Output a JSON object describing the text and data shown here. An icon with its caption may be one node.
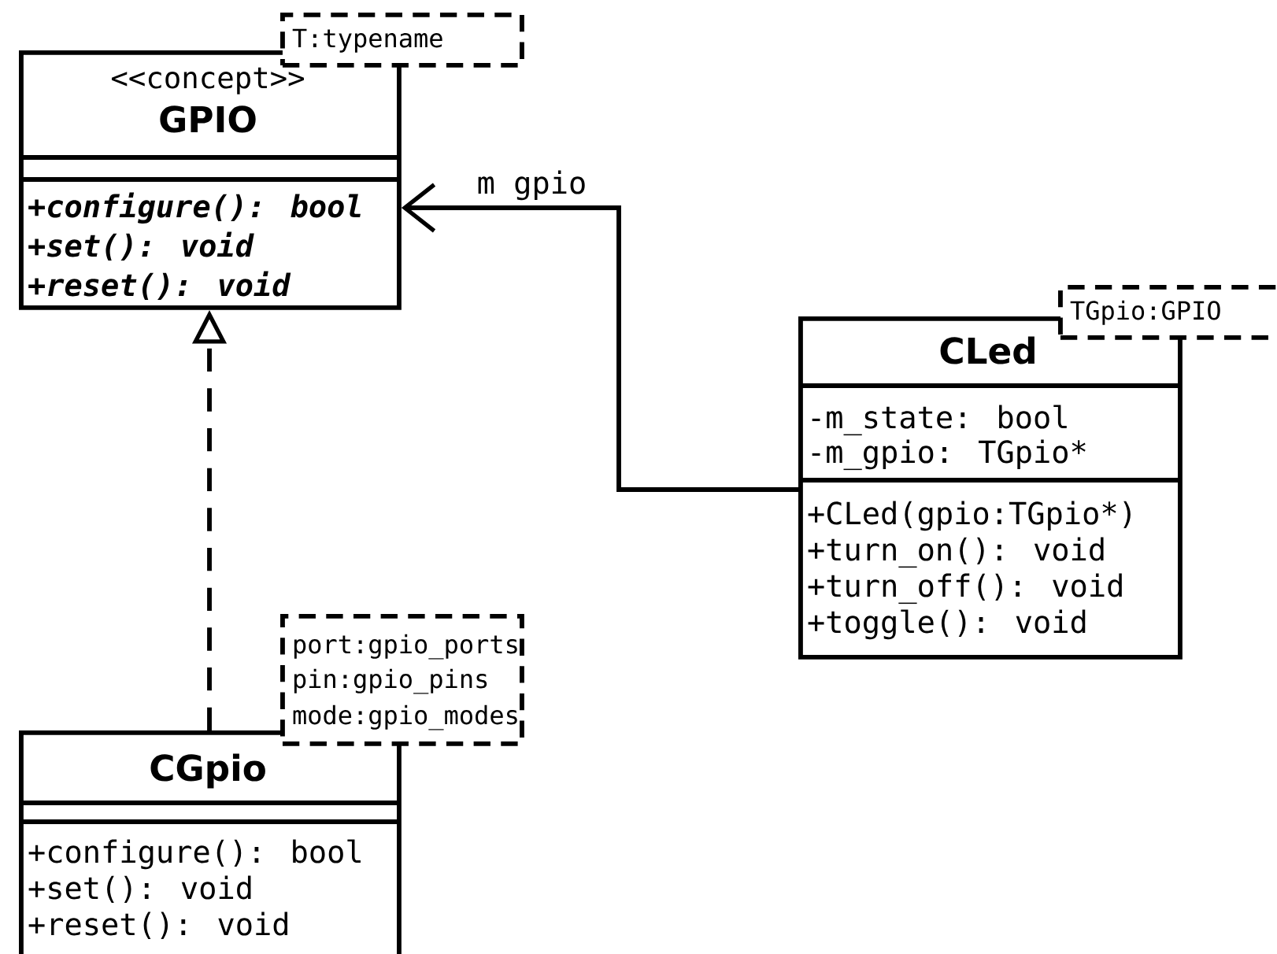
{
  "diagram": {
    "nodes": [
      {
        "text": [
          "<<concept>>",
          "GPIO",
          "+configure(): bool",
          "+set(): void",
          "+reset(): void"
        ]
      },
      {
        "text": [
          "T:typename"
        ]
      },
      {
        "text": [
          "CLed",
          "-m_state: bool",
          "-m_gpio: TGpio*",
          "+CLed(gpio:TGpio*)",
          "+turn_on(): void",
          "+turn_off(): void",
          "+toggle(): void"
        ]
      },
      {
        "text": [
          "TGpio:GPIO"
        ]
      },
      {
        "text": [
          "CGpio",
          "+configure(): bool",
          "+set(): void",
          "+reset(): void"
        ]
      },
      {
        "text": [
          "port:gpio_ports",
          "pin:gpio_pins",
          "mode:gpio_modes"
        ]
      }
    ],
    "edges": [
      {
        "from": 2,
        "to": 0,
        "arrow": "to",
        "label": "m gpio"
      },
      {
        "from": 4,
        "to": 0,
        "arrow": "to",
        "style": "dashed"
      }
    ]
  }
}
